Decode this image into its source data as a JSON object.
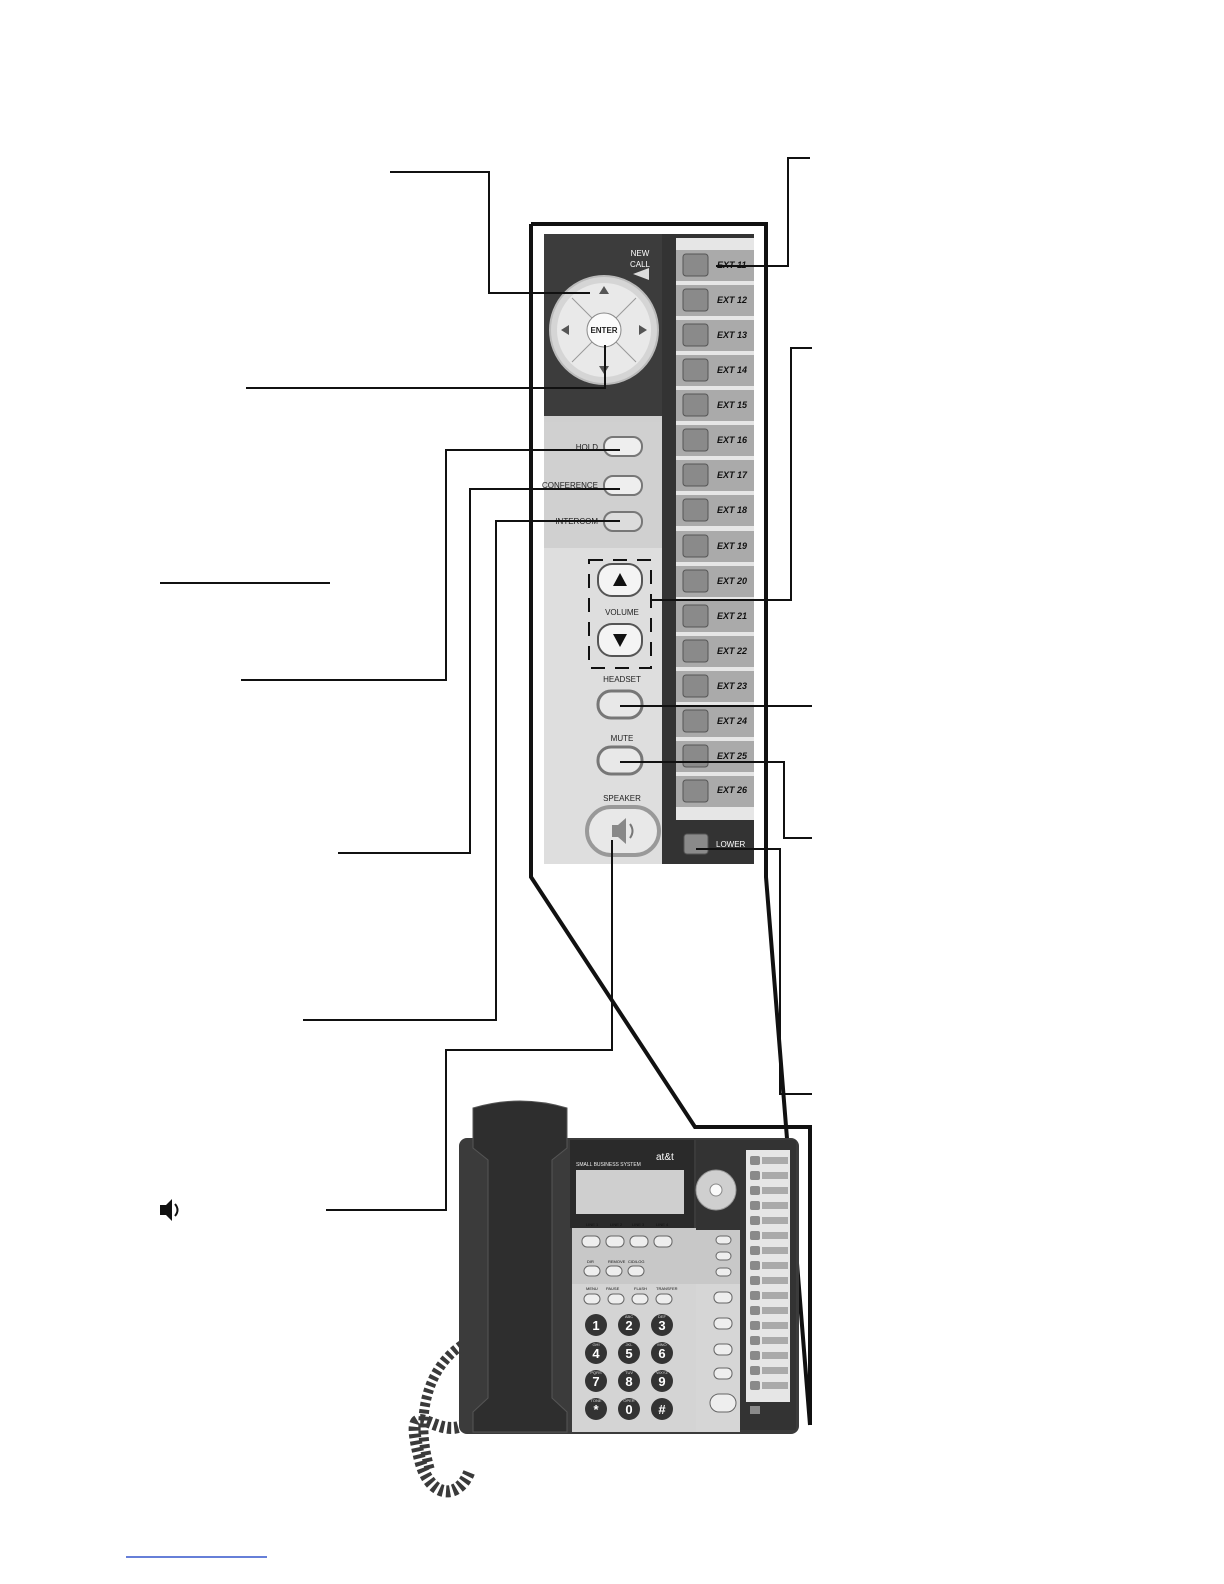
{
  "nav": {
    "new_call": [
      "NEW",
      "CALL"
    ],
    "enter": "ENTER"
  },
  "buttons": {
    "hold": "HOLD",
    "conference": "CONFERENCE",
    "intercom": "INTERCOM",
    "volume": "VOLUME",
    "headset": "HEADSET",
    "mute": "MUTE",
    "speaker": "SPEAKER",
    "lower": "LOWER"
  },
  "extensions": [
    "EXT 11",
    "EXT 12",
    "EXT 13",
    "EXT 14",
    "EXT 15",
    "EXT 16",
    "EXT 17",
    "EXT 18",
    "EXT 19",
    "EXT 20",
    "EXT 21",
    "EXT 22",
    "EXT 23",
    "EXT 24",
    "EXT 25",
    "EXT 26"
  ],
  "phone": {
    "brand": "at&t",
    "model_series": "SMALL BUSINESS SYSTEM",
    "lines": [
      "LINE 1",
      "LINE 2",
      "LINE 3",
      "LINE 4"
    ],
    "func_row1": [
      "DIR",
      "REMOVE",
      "CID/LOG"
    ],
    "func_row2": [
      "MENU",
      "PAUSE",
      "FLASH",
      "TRANSFER"
    ],
    "keypad": [
      {
        "d": "1",
        "s": ""
      },
      {
        "d": "2",
        "s": "ABC"
      },
      {
        "d": "3",
        "s": "DEF"
      },
      {
        "d": "4",
        "s": "GHI"
      },
      {
        "d": "5",
        "s": "JKL"
      },
      {
        "d": "6",
        "s": "MNO"
      },
      {
        "d": "7",
        "s": "PQRS"
      },
      {
        "d": "8",
        "s": "TUV"
      },
      {
        "d": "9",
        "s": "WXYZ"
      },
      {
        "d": "*",
        "s": "TONE"
      },
      {
        "d": "0",
        "s": "OPER"
      },
      {
        "d": "#",
        "s": ""
      }
    ]
  },
  "icons": {
    "speaker_legend": "speaker-icon",
    "volume_up": "triangle-up-icon",
    "volume_down": "triangle-down-icon"
  },
  "colors": {
    "panel_dark": "#3c3c3c",
    "panel_light": "#d6d6d6",
    "button_gray": "#8a8a8a",
    "leader_line": "#111111",
    "footer_link": "#3355cc"
  }
}
